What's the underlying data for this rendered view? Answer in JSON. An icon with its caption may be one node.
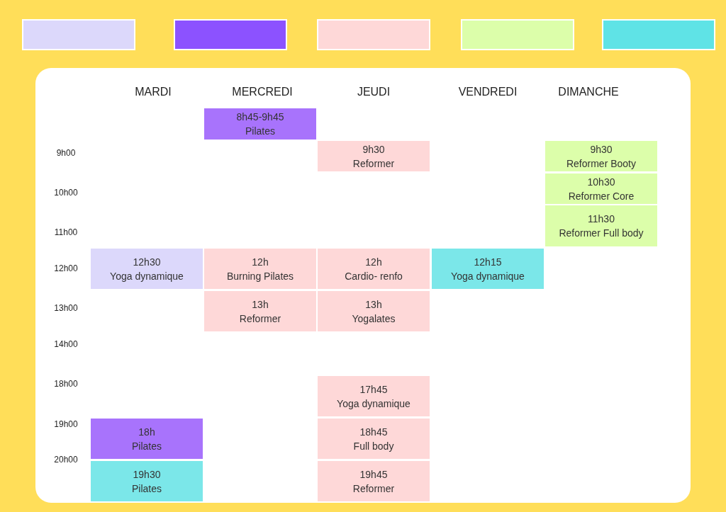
{
  "diagram": {
    "nodes": [
      {
        "text": [],
        "shape": "box"
      },
      {
        "text": [],
        "shape": "box"
      },
      {
        "text": [],
        "shape": "box"
      },
      {
        "text": [],
        "shape": "box"
      },
      {
        "text": [],
        "shape": "box"
      },
      {
        "text": [
          "8h45-9h45",
          "Pilates"
        ]
      },
      {
        "text": [
          "9h30",
          "Reformer"
        ]
      },
      {
        "text": [
          "9h30",
          "Reformer Booty"
        ]
      },
      {
        "text": [
          "10h30",
          "Reformer Core"
        ]
      },
      {
        "text": [
          "11h30",
          "Reformer Full body"
        ]
      },
      {
        "text": [
          "12h30",
          "Yoga dynamique"
        ]
      },
      {
        "text": [
          "12h",
          "Burning Pilates"
        ]
      },
      {
        "text": [
          "12h",
          "Cardio- renfo"
        ]
      },
      {
        "text": [
          "12h15",
          "Yoga dynamique"
        ]
      },
      {
        "text": [
          "13h",
          "Reformer"
        ]
      },
      {
        "text": [
          "13h",
          "Yogalates"
        ]
      },
      {
        "text": [
          "17h45",
          "Yoga dynamique"
        ]
      },
      {
        "text": [
          "18h",
          "Pilates"
        ]
      },
      {
        "text": [
          "18h45",
          "Full body"
        ]
      },
      {
        "text": [
          "19h30",
          "Pilates"
        ]
      },
      {
        "text": [
          "19h45",
          "Reformer"
        ]
      }
    ],
    "labels": [
      "MARDI",
      "MERCREDI",
      "JEUDI",
      "VENDREDI",
      "DIMANCHE",
      "9h00",
      "10h00",
      "11h00",
      "12h00",
      "13h00",
      "14h00",
      "18h00",
      "19h00",
      "20h00"
    ]
  }
}
